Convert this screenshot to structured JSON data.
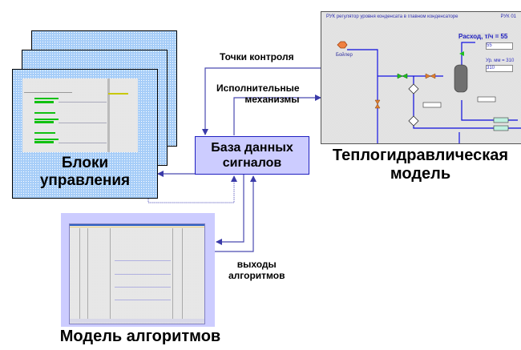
{
  "control_blocks": {
    "label_line1": "Блоки",
    "label_line2": "управления"
  },
  "database": {
    "label_line1": "База данных",
    "label_line2": "сигналов"
  },
  "thermo_model": {
    "label_line1": "Теплогидравлическая",
    "label_line2": "модель",
    "screen_title": "РУК регулятор уровня конденсата в главном конденсаторе",
    "screen_id": "РУК 01",
    "field1_label": "Расход, т/ч = 55",
    "field1_value": "55",
    "field2_label": "Ур. мм = 310",
    "field2_value": "310",
    "source_label": "Бойлер"
  },
  "algorithm_model": {
    "label": "Модель алгоритмов"
  },
  "connections": {
    "control_points": "Точки контроля",
    "actuators_line1": "Исполнительные",
    "actuators_line2": "механизмы",
    "algo_outputs_line1": "выходы",
    "algo_outputs_line2": "алгоритмов"
  },
  "colors": {
    "card_fill": "#a6cdf8",
    "db_fill": "#ccccff",
    "arrow": "#4040a0",
    "algo_frame": "#ccccff"
  }
}
